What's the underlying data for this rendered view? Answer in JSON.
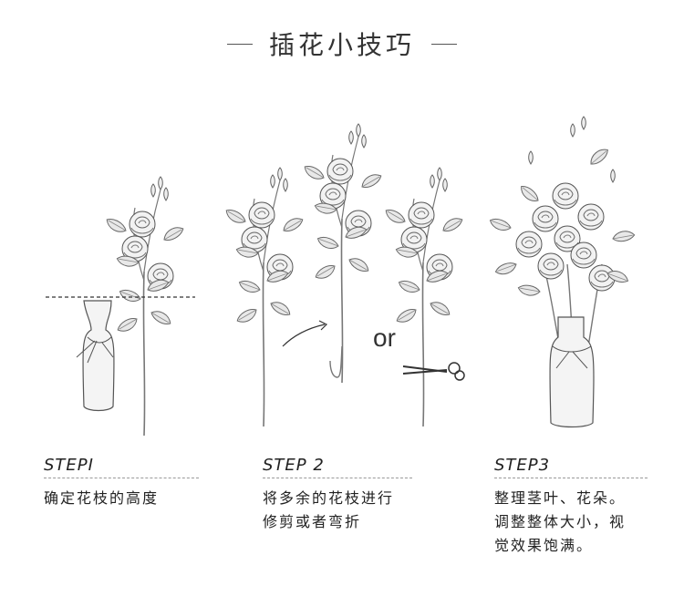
{
  "header": {
    "title": "插花小技巧"
  },
  "steps": [
    {
      "label": "STEPI",
      "desc": "确定花枝的高度"
    },
    {
      "label": "STEP 2",
      "desc": "将多余的花枝进行\n修剪或者弯折"
    },
    {
      "label": "STEP3",
      "desc": "整理茎叶、花朵。\n调整整体大小，视\n觉效果饱满。"
    }
  ],
  "separator_text": "or",
  "colors": {
    "ink": "#333333",
    "line": "#777777"
  }
}
